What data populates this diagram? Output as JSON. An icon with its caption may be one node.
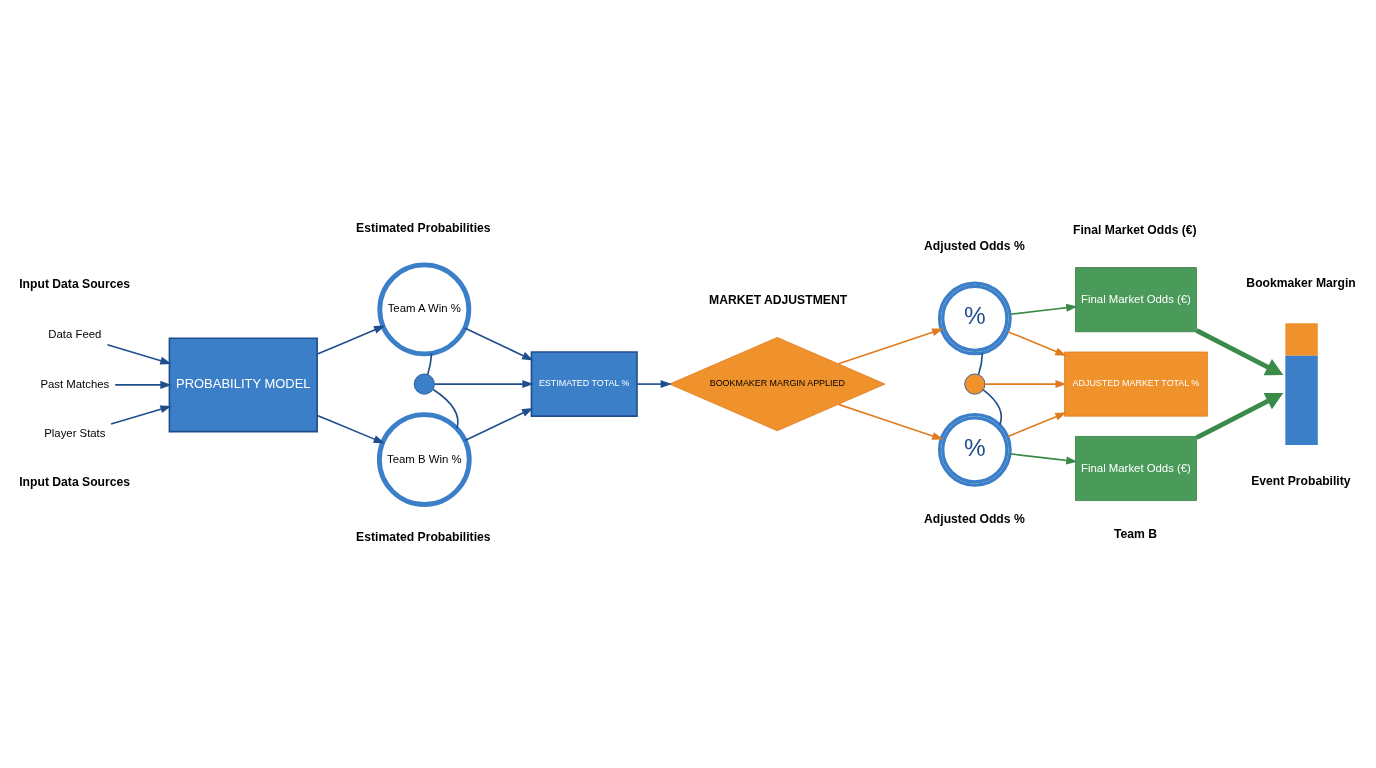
{
  "diagram": {
    "nodes": [
      {
        "text": [
          "Data Feed"
        ]
      },
      {
        "text": [
          "Past Matches"
        ]
      },
      {
        "text": [
          "Player Stats"
        ]
      },
      {
        "text": [
          "PROBABILITY MODEL"
        ]
      },
      {
        "text": [
          "Team A Win %"
        ]
      },
      {
        "text": [],
        "shape": "circle"
      },
      {
        "text": [
          "Team B Win %"
        ]
      },
      {
        "text": [
          "ESTIMATED TOTAL %"
        ]
      },
      {
        "text": [
          "BOOKMAKER MARGIN APPLIED"
        ]
      },
      {
        "text": [
          "%"
        ]
      },
      {
        "text": [],
        "shape": "circle"
      },
      {
        "text": [
          "%"
        ]
      },
      {
        "text": [
          "ADJUSTED MARKET TOTAL %"
        ]
      },
      {
        "text": [
          "Final Market Odds (€)"
        ]
      },
      {
        "text": [
          "Final Market Odds (€)"
        ]
      },
      {
        "text": [],
        "shape": "bar"
      }
    ],
    "edges": [
      {
        "from": 0,
        "to": 3,
        "arrow": "to"
      },
      {
        "from": 1,
        "to": 3,
        "arrow": "to"
      },
      {
        "from": 2,
        "to": 3,
        "arrow": "to"
      },
      {
        "from": 3,
        "to": 4,
        "arrow": "to"
      },
      {
        "from": 3,
        "to": 6,
        "arrow": "to"
      },
      {
        "from": 4,
        "to": 5,
        "arrow": "none"
      },
      {
        "from": 6,
        "to": 5,
        "arrow": "none"
      },
      {
        "from": 4,
        "to": 7,
        "arrow": "to"
      },
      {
        "from": 5,
        "to": 7,
        "arrow": "to"
      },
      {
        "from": 6,
        "to": 7,
        "arrow": "to"
      },
      {
        "from": 7,
        "to": 8,
        "arrow": "to"
      },
      {
        "from": 8,
        "to": 9,
        "arrow": "to",
        "color": "#e07b20"
      },
      {
        "from": 8,
        "to": 11,
        "arrow": "to",
        "color": "#e07b20"
      },
      {
        "from": 9,
        "to": 10,
        "arrow": "none"
      },
      {
        "from": 11,
        "to": 10,
        "arrow": "none"
      },
      {
        "from": 9,
        "to": 12,
        "arrow": "to",
        "color": "#e07b20"
      },
      {
        "from": 10,
        "to": 12,
        "arrow": "to",
        "color": "#e07b20"
      },
      {
        "from": 11,
        "to": 12,
        "arrow": "to",
        "color": "#e07b20"
      },
      {
        "from": 9,
        "to": 13,
        "arrow": "to",
        "color": "#3a8a4a"
      },
      {
        "from": 11,
        "to": 14,
        "arrow": "to",
        "color": "#3a8a4a"
      },
      {
        "from": 13,
        "to": 15,
        "arrow": "to",
        "style": "thick",
        "color": "#3a8a4a"
      },
      {
        "from": 14,
        "to": 15,
        "arrow": "to",
        "style": "thick",
        "color": "#3a8a4a"
      }
    ],
    "labels": [
      "Input Data Sources",
      "Estimated Probabilities",
      "MARKET ADJUSTMENT",
      "Adjusted Odds %",
      "Final Market Odds (€)",
      "Bookmaker Margin",
      "Input Data Sources",
      "Estimated Probabilities",
      "Adjusted Odds %",
      "Team B",
      "Event Probability"
    ]
  }
}
